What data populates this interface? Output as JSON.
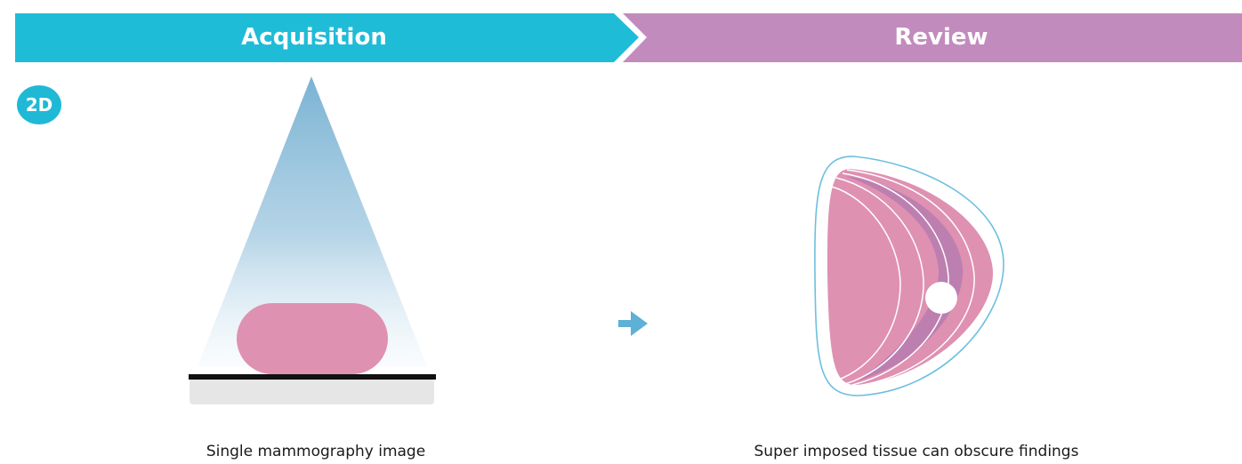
{
  "banner": {
    "acquisition_label": "Acquisition",
    "review_label": "Review",
    "acquisition_color": "#1fbcd8",
    "review_color": "#c28bbd"
  },
  "mode_badge": {
    "label": "2D",
    "color": "#1fb9d6"
  },
  "captions": {
    "acquisition": "Single mammography image",
    "review": "Super imposed tissue can obscure findings"
  },
  "colors": {
    "xray_beam": "#7ab3d3",
    "breast_tissue": "#df91b2",
    "tissue_layer_dark": "#bc7fb0",
    "detector_plate": "#111111",
    "detector_base": "#e6e6e6",
    "flow_arrow": "#5eb0d6",
    "breast_outline": "#6dbfe0"
  }
}
